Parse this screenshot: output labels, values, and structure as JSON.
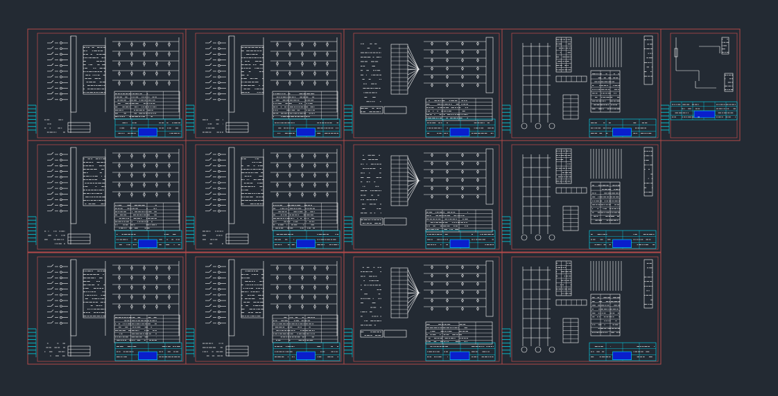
{
  "viewport": {
    "background": "#232a33"
  },
  "colors": {
    "frame": "#b34a4a",
    "linework": "#ffffff",
    "title_block": "#0a1ecc",
    "title_block_lines": "#00e5ff",
    "left_strip": "#00d5e6"
  },
  "sheets": [
    {
      "id": "r1c1",
      "variant": "A"
    },
    {
      "id": "r1c2",
      "variant": "A"
    },
    {
      "id": "r1c3",
      "variant": "B"
    },
    {
      "id": "r1c4",
      "variant": "C"
    },
    {
      "id": "r1c5",
      "variant": "D"
    },
    {
      "id": "r2c1",
      "variant": "A"
    },
    {
      "id": "r2c2",
      "variant": "A"
    },
    {
      "id": "r2c3",
      "variant": "B"
    },
    {
      "id": "r2c4",
      "variant": "C"
    },
    {
      "id": "r3c1",
      "variant": "A"
    },
    {
      "id": "r3c2",
      "variant": "A"
    },
    {
      "id": "r3c3",
      "variant": "B"
    },
    {
      "id": "r3c4",
      "variant": "C"
    }
  ]
}
